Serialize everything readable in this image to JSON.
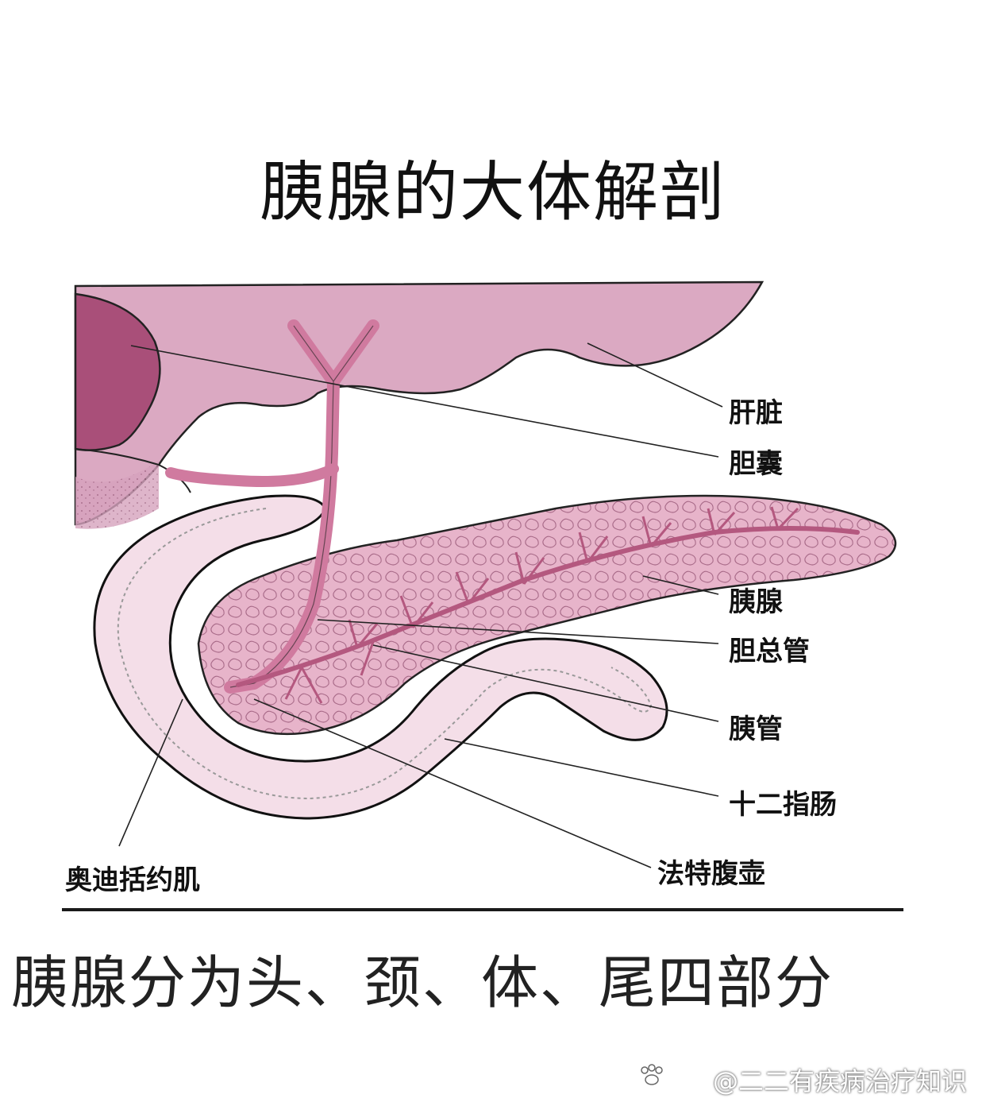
{
  "title": "胰腺的大体解剖",
  "labels": {
    "liver": "肝脏",
    "gallbladder": "胆囊",
    "pancreas": "胰腺",
    "common_bile_duct": "胆总管",
    "pancreatic_duct": "胰管",
    "duodenum": "十二指肠",
    "ampulla": "法特腹壶",
    "sphincter": "奥迪括约肌"
  },
  "caption": "胰腺分为头、颈、体、尾四部分",
  "watermark": "@二二有疾病治疗知识",
  "colors": {
    "liver": "#d9a6c0",
    "liver_dark": "#b06d8e",
    "gallbladder": "#a94f79",
    "duct": "#d17a9f",
    "pancreas": "#e8b7cd",
    "duodenum": "#f3dde7"
  }
}
